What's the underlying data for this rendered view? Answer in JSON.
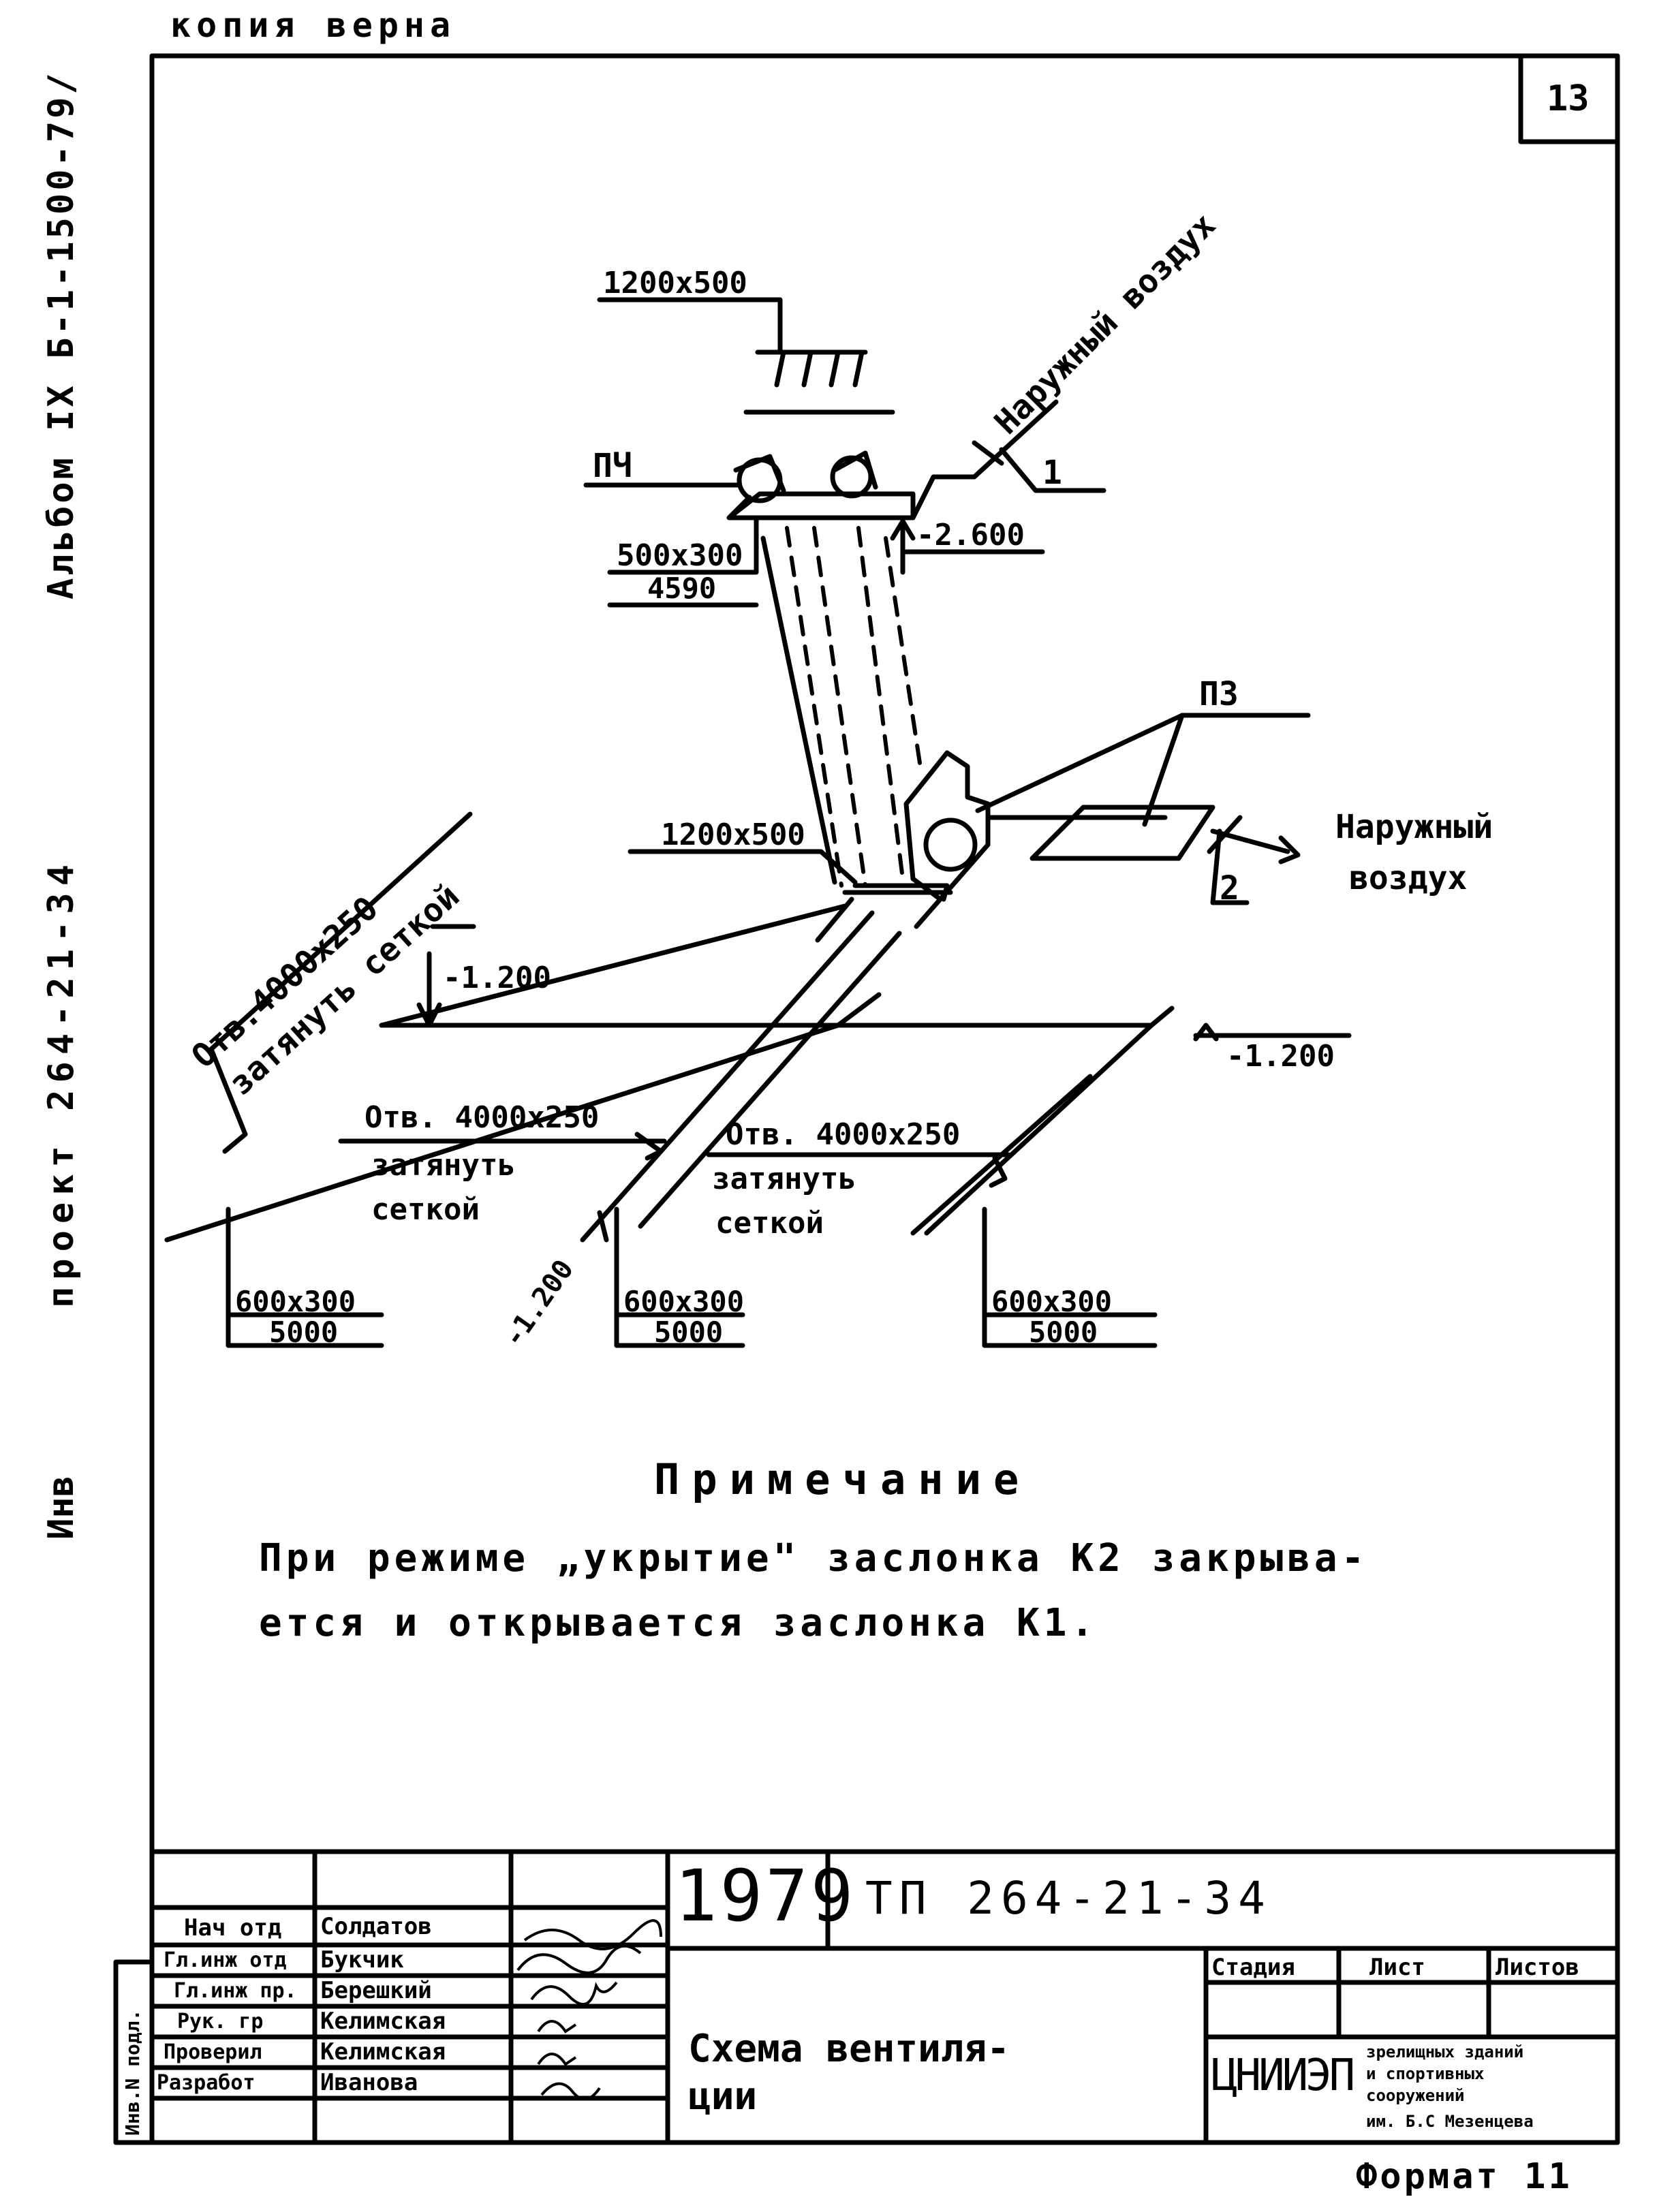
{
  "header": {
    "copy_stamp": "копия верна",
    "sheet_number": "13"
  },
  "side_margin": {
    "album": "Альбом IX Б-1-1500-79/",
    "project": "проект 264-21-34",
    "inv": "Инв"
  },
  "diagram": {
    "top_duct_size": "1200x500",
    "pch": "ПЧ",
    "outside_air_1": "Наружный воздух",
    "damper_1": "1",
    "duct_500x300": "500x300",
    "duct_500x300_len": "4590",
    "elev_2600": "-2.600",
    "pz": "ПЗ",
    "mid_duct_size": "1200x500",
    "outside_air_2_line1": "Наружный",
    "outside_air_2_line2": "воздух",
    "damper_2": "2",
    "opening_left_line1": "Отв.4000x250",
    "opening_left_line2": "затянуть сеткой",
    "elev_1200_a": "-1.200",
    "elev_1200_b": "-1.200",
    "elev_1200_c": "-1.200",
    "opening_mid_line1": "Отв. 4000x250",
    "opening_mid_line2": "затянуть",
    "opening_mid_line3": "сеткой",
    "opening_right_line1": "Отв. 4000x250",
    "opening_right_line2": "затянуть",
    "opening_right_line3": "сеткой",
    "branch_1_size": "600x300",
    "branch_1_len": "5000",
    "branch_2_size": "600x300",
    "branch_2_len": "5000",
    "branch_3_size": "600x300",
    "branch_3_len": "5000"
  },
  "note": {
    "title": "Примечание",
    "line1": "При режиме „укрытие\" заслонка К2 закрыва-",
    "line2": "ется и открывается заслонка К1."
  },
  "title_block": {
    "year": "1979",
    "code": "ТП 264-21-34",
    "drawing_title_line1": "Схема вентиля-",
    "drawing_title_line2": "ции",
    "stage_header": "Стадия",
    "sheet_header": "Лист",
    "sheets_header": "Листов",
    "org_abbr": "ЦНИИЭП",
    "org_line1": "зрелищных зданий",
    "org_line2": "и спортивных",
    "org_line3": "сооружений",
    "org_line4": "им. Б.С Мезенцева",
    "inv_vertical": "Инв.N подл.",
    "staff": [
      {
        "role": "Нач отд",
        "name": "Солдатов"
      },
      {
        "role": "Гл.инж отд",
        "name": "Букчик"
      },
      {
        "role": "Гл.инж пр.",
        "name": "Берешкий"
      },
      {
        "role": "Рук. гр",
        "name": "Келимская"
      },
      {
        "role": "Проверил",
        "name": "Келимская"
      },
      {
        "role": "Разработ",
        "name": "Иванова"
      }
    ]
  },
  "format": "Формат 11"
}
